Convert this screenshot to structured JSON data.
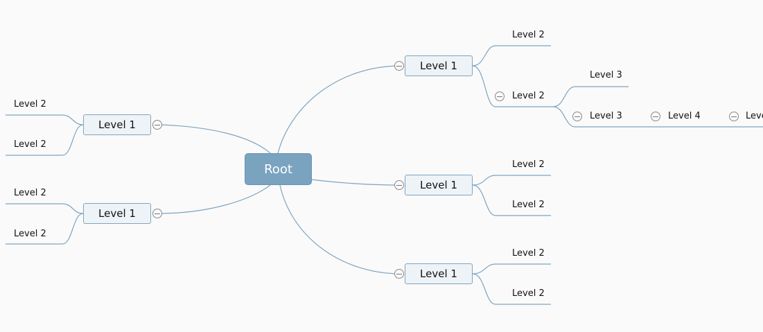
{
  "mindmap": {
    "root": {
      "label": "Root"
    },
    "right_branches": [
      {
        "label": "Level 1",
        "children": [
          {
            "label": "Level 2"
          },
          {
            "label": "Level 2",
            "children": [
              {
                "label": "Level 3"
              },
              {
                "label": "Level 3",
                "children": [
                  {
                    "label": "Level 4",
                    "children": [
                      {
                        "label": "Leve"
                      }
                    ]
                  }
                ]
              }
            ]
          }
        ]
      },
      {
        "label": "Level 1",
        "children": [
          {
            "label": "Level 2"
          },
          {
            "label": "Level 2"
          }
        ]
      },
      {
        "label": "Level 1",
        "children": [
          {
            "label": "Level 2"
          },
          {
            "label": "Level 2"
          }
        ]
      }
    ],
    "left_branches": [
      {
        "label": "Level 1",
        "children": [
          {
            "label": "Level 2"
          },
          {
            "label": "Level 2"
          }
        ]
      },
      {
        "label": "Level 1",
        "children": [
          {
            "label": "Level 2"
          },
          {
            "label": "Level 2"
          }
        ]
      }
    ]
  },
  "colors": {
    "background": "#fafafa",
    "root_fill": "#7aa3c0",
    "node_fill": "#eef3f7",
    "node_border": "#7ea4bf",
    "connector": "#7ea4bf",
    "collapse_icon": "#888888"
  }
}
